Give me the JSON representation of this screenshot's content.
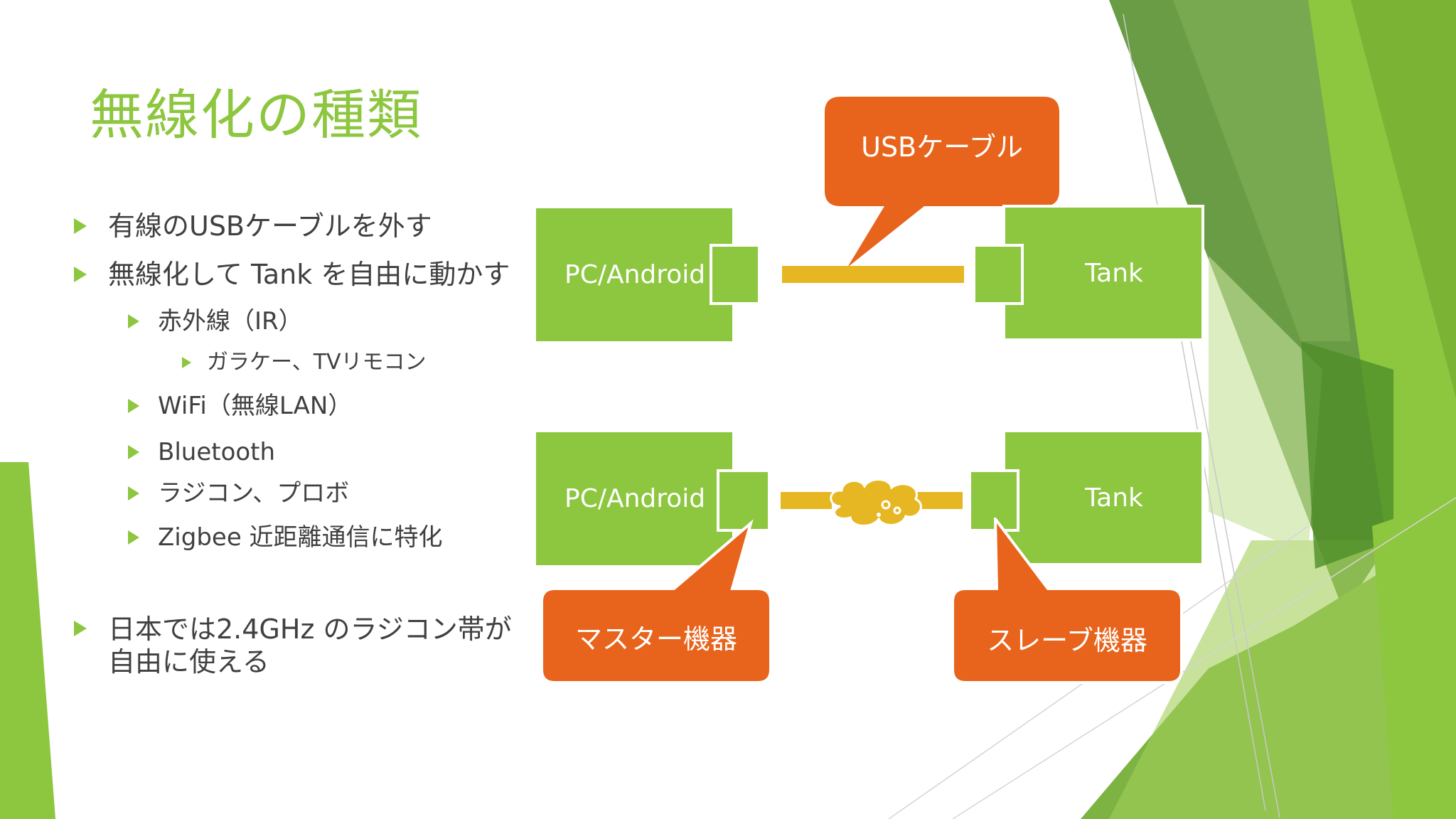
{
  "slide": {
    "title": "無線化の種類",
    "bullets": [
      {
        "level": 1,
        "text": "有線のUSBケーブルを外す"
      },
      {
        "level": 1,
        "text": "無線化して Tank を自由に動かす"
      },
      {
        "level": 2,
        "text": "赤外線（IR）"
      },
      {
        "level": 3,
        "text": "ガラケー、TVリモコン"
      },
      {
        "level": 2,
        "text": "WiFi（無線LAN）"
      },
      {
        "level": 2,
        "text": "Bluetooth"
      },
      {
        "level": 2,
        "text": "ラジコン、プロボ"
      },
      {
        "level": 2,
        "text": "Zigbee 近距離通信に特化"
      },
      {
        "level": 1,
        "text": "日本では2.4GHz のラジコン帯が\n自由に使える"
      }
    ]
  },
  "diagram": {
    "wired": {
      "left_label": "PC/Android",
      "right_label": "Tank",
      "callout": "USBケーブル"
    },
    "wireless": {
      "left_label": "PC/Android",
      "right_label": "Tank",
      "master_callout": "マスター機器",
      "slave_callout": "スレーブ機器"
    }
  },
  "colors": {
    "accent_green": "#8dc63f",
    "callout_orange": "#e8641c",
    "cable_yellow": "#e6b722",
    "body_text": "#404040"
  }
}
